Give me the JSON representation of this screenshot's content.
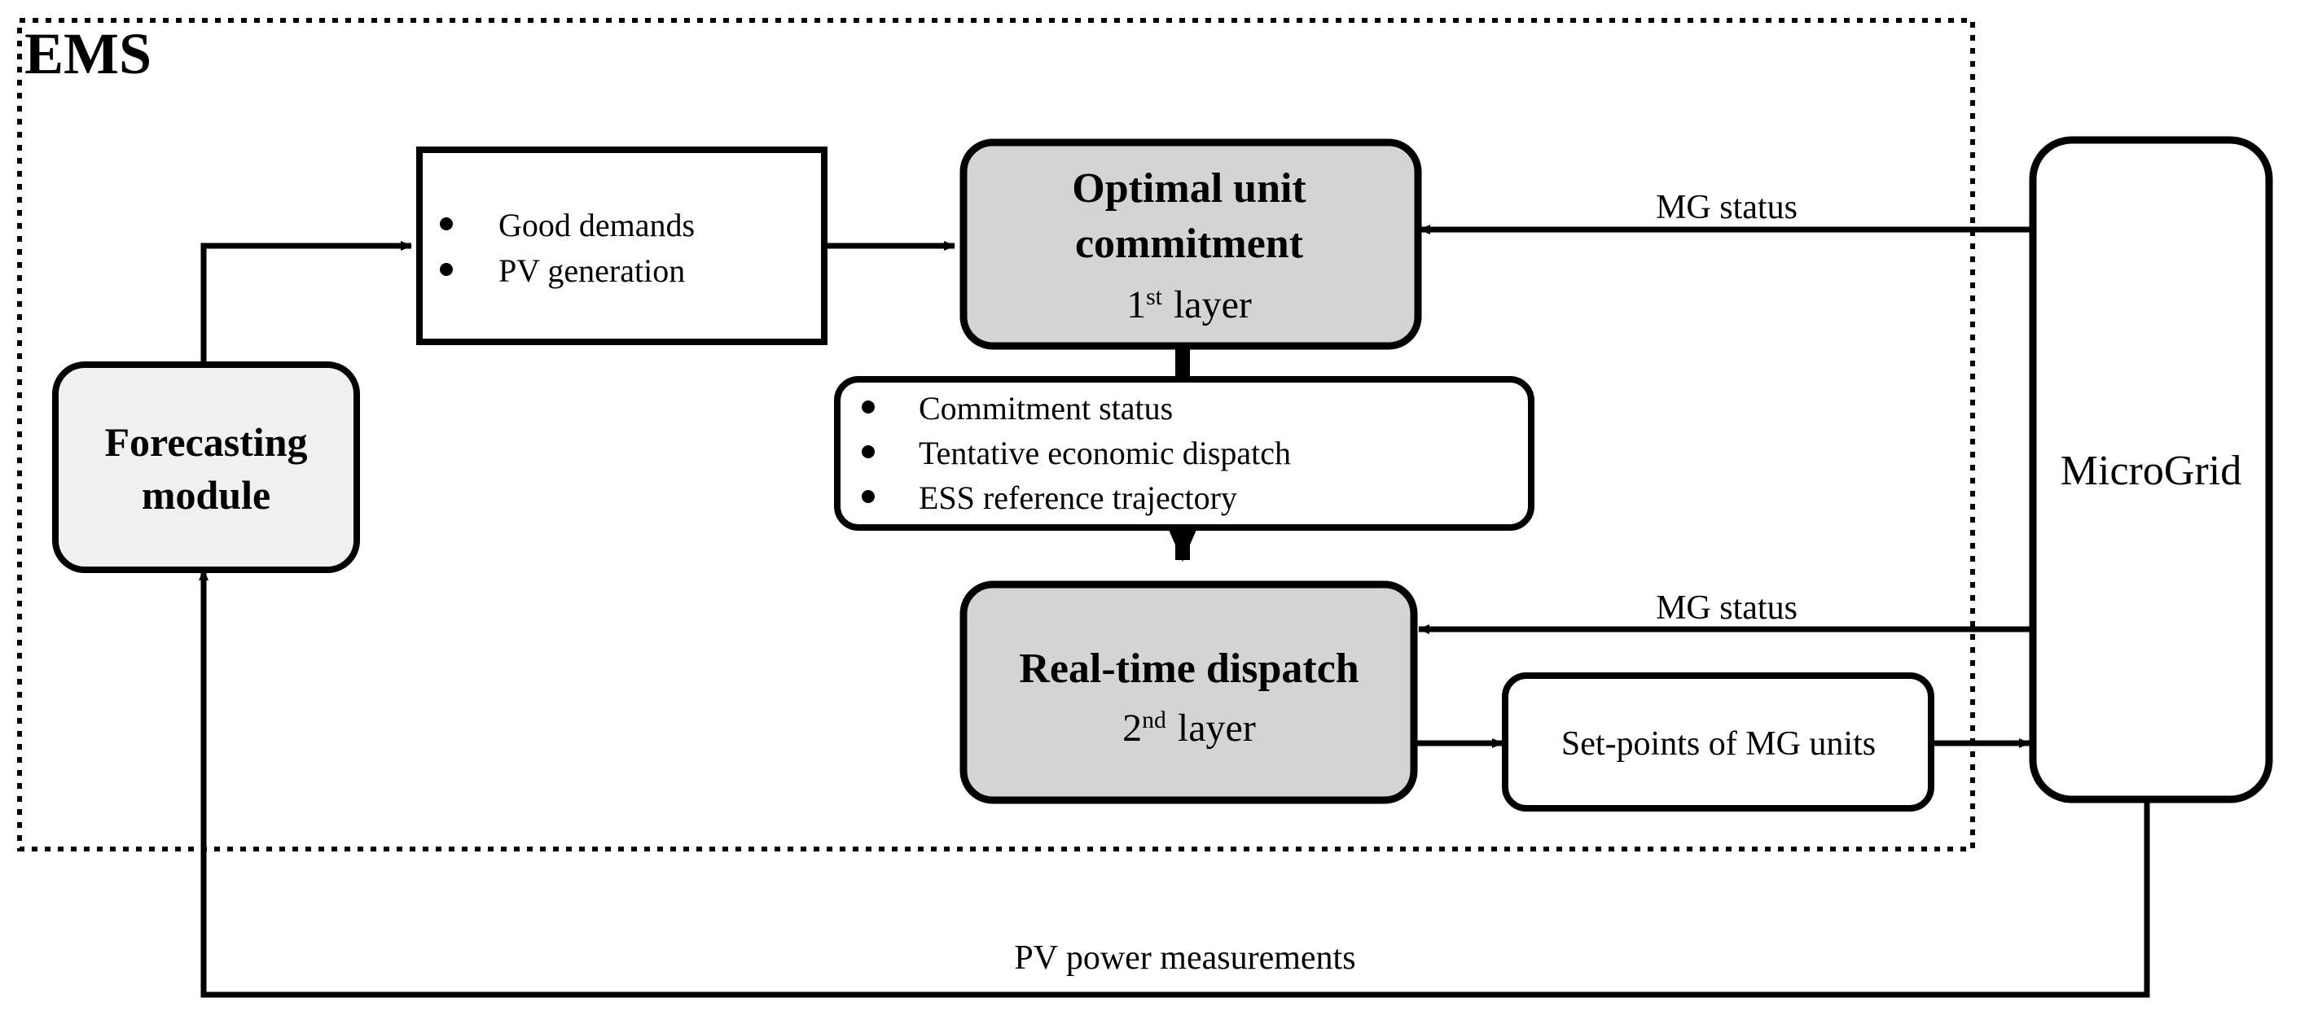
{
  "diagram": {
    "title": "EMS",
    "container_label": "EMS",
    "colors": {
      "shaded_box_fill": "#d4d4d4",
      "light_box_fill": "#f0f0f0",
      "plain_box_fill": "#ffffff",
      "stroke": "#000000",
      "background": "#ffffff"
    },
    "nodes": {
      "forecasting": {
        "label_line1": "Forecasting",
        "label_line2": "module",
        "shape": "rounded-rect",
        "fill": "#f0f0f0"
      },
      "inputs": {
        "shape": "rect",
        "fill": "#ffffff",
        "bullets": [
          "Good demands",
          "PV generation"
        ]
      },
      "optimal_unit_commitment": {
        "label_line1": "Optimal unit",
        "label_line2": "commitment",
        "layer_number": "1",
        "layer_suffix": "st",
        "layer_word": "layer",
        "shape": "rounded-rect",
        "fill": "#d4d4d4"
      },
      "commitment_outputs": {
        "shape": "rounded-rect",
        "fill": "#ffffff",
        "bullets": [
          "Commitment status",
          "Tentative economic dispatch",
          "ESS reference trajectory"
        ]
      },
      "real_time_dispatch": {
        "label_line1": "Real-time dispatch",
        "layer_number": "2",
        "layer_suffix": "nd",
        "layer_word": "layer",
        "shape": "rounded-rect",
        "fill": "#d4d4d4"
      },
      "setpoints": {
        "label": "Set-points of MG units",
        "shape": "rounded-rect",
        "fill": "#ffffff"
      },
      "microgrid": {
        "label": "MicroGrid",
        "shape": "rounded-rect",
        "fill": "#ffffff"
      }
    },
    "edges": [
      {
        "id": "mg-status-top",
        "label": "MG status",
        "from": "microgrid",
        "to": "optimal_unit_commitment"
      },
      {
        "id": "mg-status-bottom",
        "label": "MG status",
        "from": "microgrid",
        "to": "real_time_dispatch"
      },
      {
        "id": "pv-feedback",
        "label": "PV power measurements",
        "from": "microgrid",
        "to": "forecasting"
      },
      {
        "id": "forecast-to-inputs",
        "label": "",
        "from": "forecasting",
        "to": "inputs"
      },
      {
        "id": "inputs-to-uc",
        "label": "",
        "from": "inputs",
        "to": "optimal_unit_commitment"
      },
      {
        "id": "uc-to-outputs",
        "label": "",
        "from": "optimal_unit_commitment",
        "to": "commitment_outputs"
      },
      {
        "id": "outputs-to-rtd",
        "label": "",
        "from": "commitment_outputs",
        "to": "real_time_dispatch"
      },
      {
        "id": "rtd-to-setpoints",
        "label": "",
        "from": "real_time_dispatch",
        "to": "setpoints"
      },
      {
        "id": "setpoints-to-mg",
        "label": "",
        "from": "setpoints",
        "to": "microgrid"
      }
    ]
  }
}
